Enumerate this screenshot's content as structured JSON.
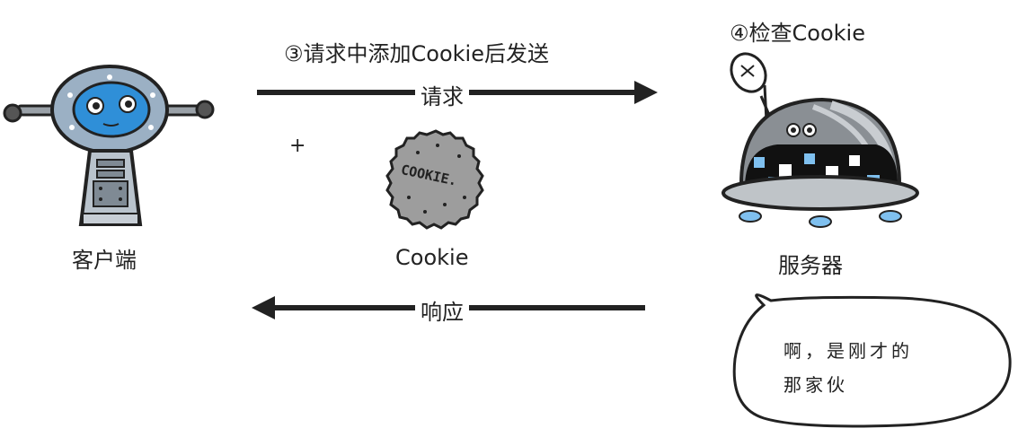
{
  "client": {
    "label": "客户端"
  },
  "server": {
    "label": "服务器",
    "step_label": "④检查Cookie"
  },
  "cookie": {
    "label": "Cookie",
    "biscuit_text": "COOKIE."
  },
  "request": {
    "step_label": "③请求中添加Cookie后发送",
    "arrow_label": "请求",
    "plus": "+"
  },
  "response": {
    "arrow_label": "响应"
  },
  "speech": {
    "line1": "啊，是刚才的",
    "line2": "那家伙"
  }
}
